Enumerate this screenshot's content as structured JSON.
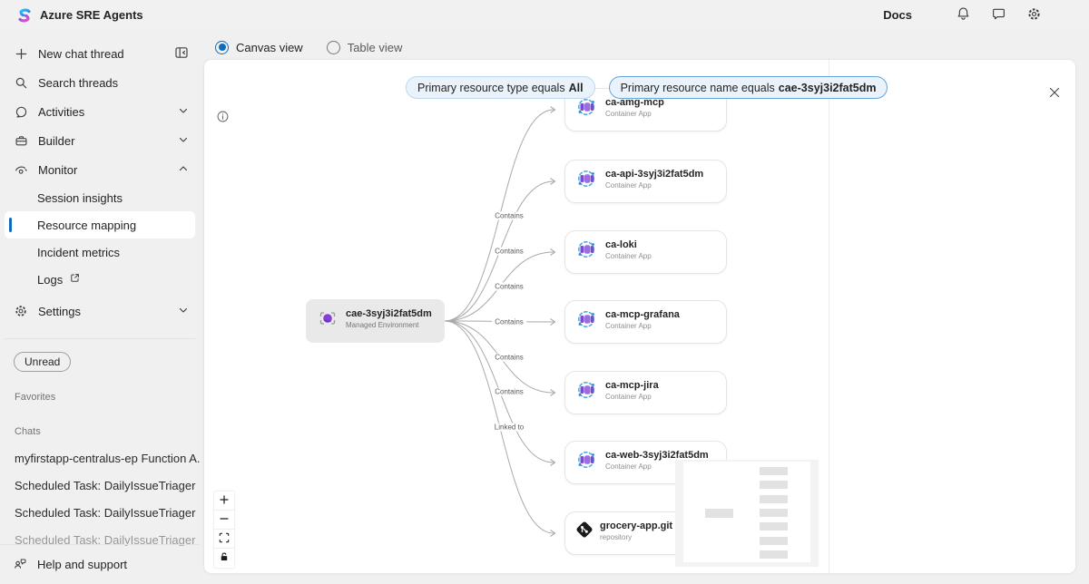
{
  "header": {
    "app_title": "Azure SRE Agents",
    "docs": "Docs"
  },
  "sidebar": {
    "new_chat_label": "New chat thread",
    "search_label": "Search threads",
    "activities_label": "Activities",
    "builder_label": "Builder",
    "monitor_label": "Monitor",
    "monitor_items": [
      {
        "label": "Session insights",
        "selected": false
      },
      {
        "label": "Resource mapping",
        "selected": true
      },
      {
        "label": "Incident metrics",
        "selected": false
      },
      {
        "label": "Logs",
        "selected": false,
        "external": true
      }
    ],
    "settings_label": "Settings",
    "unread_label": "Unread",
    "favorites_label": "Favorites",
    "chats_label": "Chats",
    "chats": [
      "myfirstapp-centralus-ep Function A...",
      "Scheduled Task: DailyIssueTriager",
      "Scheduled Task: DailyIssueTriager",
      "Scheduled Task: DailyIssueTriager"
    ],
    "help_label": "Help and support"
  },
  "toolbar": {
    "canvas_view_label": "Canvas view",
    "table_view_label": "Table view",
    "canvas_selected": true
  },
  "canvas": {
    "filters": [
      {
        "text": "Primary resource type equals",
        "value": "All"
      },
      {
        "text": "Primary resource name equals",
        "value": "cae-3syj3i2fat5dm"
      }
    ],
    "root": {
      "title": "cae-3syj3i2fat5dm",
      "subtitle": "Managed Environment"
    },
    "nodes": [
      {
        "title": "ca-amg-mcp",
        "subtitle": "Container App",
        "icon": "container-app",
        "edge_label": "Contains"
      },
      {
        "title": "ca-api-3syj3i2fat5dm",
        "subtitle": "Container App",
        "icon": "container-app",
        "edge_label": "Contains"
      },
      {
        "title": "ca-loki",
        "subtitle": "Container App",
        "icon": "container-app",
        "edge_label": "Contains"
      },
      {
        "title": "ca-mcp-grafana",
        "subtitle": "Container App",
        "icon": "container-app",
        "edge_label": "Contains"
      },
      {
        "title": "ca-mcp-jira",
        "subtitle": "Container App",
        "icon": "container-app",
        "edge_label": "Contains"
      },
      {
        "title": "ca-web-3syj3i2fat5dm",
        "subtitle": "Container App",
        "icon": "container-app",
        "edge_label": "Contains"
      },
      {
        "title": "grocery-app.git",
        "subtitle": "repository",
        "icon": "git-repo",
        "edge_label": "Linked to"
      }
    ],
    "colors": {
      "accent": "#0f6cbd",
      "pill_bg": "#eaf3fc",
      "pill_border_active": "#66a3d9",
      "edge": "#a9a9a9",
      "container_app_purple": "#8b5fd6",
      "container_app_blue": "#4aa5e8",
      "root_node_bg": "#e9e9e9"
    }
  }
}
